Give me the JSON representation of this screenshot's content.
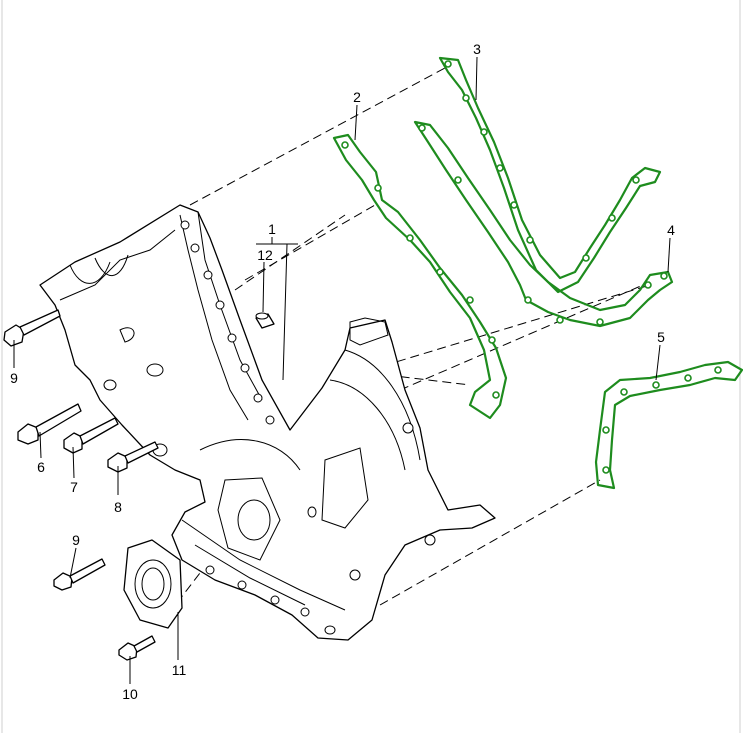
{
  "callouts": [
    {
      "id": "c1",
      "label": "1"
    },
    {
      "id": "c2",
      "label": "2"
    },
    {
      "id": "c3",
      "label": "3"
    },
    {
      "id": "c4",
      "label": "4"
    },
    {
      "id": "c5",
      "label": "5"
    },
    {
      "id": "c6",
      "label": "6"
    },
    {
      "id": "c7",
      "label": "7"
    },
    {
      "id": "c8",
      "label": "8"
    },
    {
      "id": "c9a",
      "label": "9"
    },
    {
      "id": "c9b",
      "label": "9"
    },
    {
      "id": "c10",
      "label": "10"
    },
    {
      "id": "c11",
      "label": "11"
    },
    {
      "id": "c12",
      "label": "12"
    }
  ],
  "colors": {
    "highlight": "#1e8c1e",
    "line": "#000000",
    "background": "#ffffff"
  }
}
